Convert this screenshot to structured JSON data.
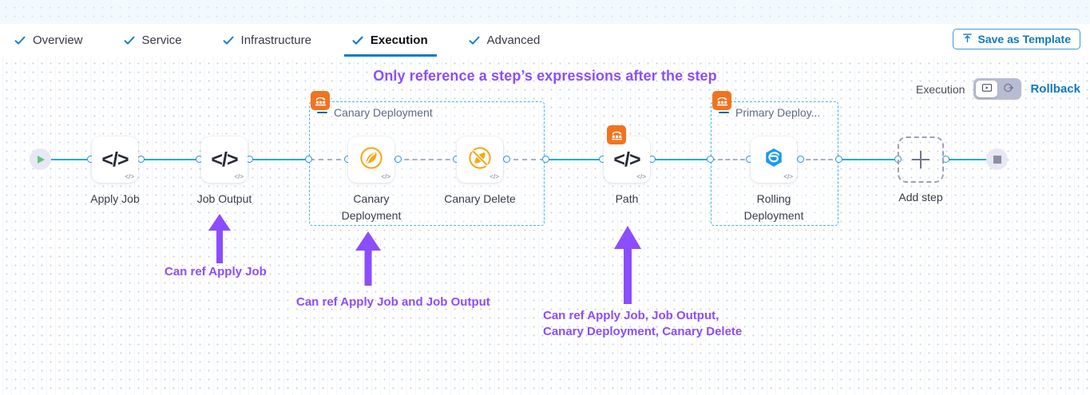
{
  "tabs": [
    {
      "label": "Overview",
      "active": false
    },
    {
      "label": "Service",
      "active": false
    },
    {
      "label": "Infrastructure",
      "active": false
    },
    {
      "label": "Execution",
      "active": true
    },
    {
      "label": "Advanced",
      "active": false
    }
  ],
  "header": {
    "save_template_label": "Save as Template",
    "save_template_icon": "upload-icon"
  },
  "canvas": {
    "banner": "Only reference a step’s expressions after the step",
    "execution_label": "Execution",
    "rollback_label": "Rollback",
    "toggle": {
      "execution_icon": "play-box-icon",
      "rollback_icon": "rotate-arrow-icon",
      "selected": "execution"
    }
  },
  "pipeline": {
    "start_node": {
      "name": "start-node",
      "icon": "play-icon"
    },
    "end_node": {
      "name": "end-node",
      "icon": "stop-icon"
    },
    "add_step": {
      "label": "Add step",
      "icon": "plus-icon"
    },
    "nodes": [
      {
        "id": "apply-job",
        "label": "Apply Job",
        "icon": "code-icon",
        "badge": null
      },
      {
        "id": "job-output",
        "label": "Job Output",
        "icon": "code-icon",
        "badge": null
      },
      {
        "id": "canary-deployment",
        "label": "Canary\nDeployment",
        "icon": "canary-bird-icon",
        "badge": null
      },
      {
        "id": "canary-delete",
        "label": "Canary Delete",
        "icon": "canary-bird-delete-icon",
        "badge": null
      },
      {
        "id": "path",
        "label": "Path",
        "icon": "code-icon",
        "badge": "container-step-group-icon"
      },
      {
        "id": "rolling-deployment",
        "label": "Rolling\nDeployment",
        "icon": "rolling-spiral-icon",
        "badge": null
      }
    ],
    "groups": [
      {
        "id": "canary-deployment-group",
        "title": "Canary Deployment",
        "badge_icon": "container-step-group-icon"
      },
      {
        "id": "primary-deployment-group",
        "title": "Primary Deploy...",
        "badge_icon": "container-step-group-icon"
      }
    ]
  },
  "annotations": [
    {
      "id": "ann-job-output",
      "text": "Can ref Apply Job"
    },
    {
      "id": "ann-canary-deployment",
      "text": "Can ref Apply Job and Job Output"
    },
    {
      "id": "ann-path-line1",
      "text": "Can ref Apply Job, Job Output,"
    },
    {
      "id": "ann-path-line2",
      "text": "Canary Deployment, Canary Delete"
    }
  ],
  "colors": {
    "accent_blue": "#0f79c0",
    "link_blue": "#29a8e0",
    "annotation_purple": "#8b4dff",
    "group_border": "#3fb6e8",
    "badge_orange": "#f1731f"
  }
}
